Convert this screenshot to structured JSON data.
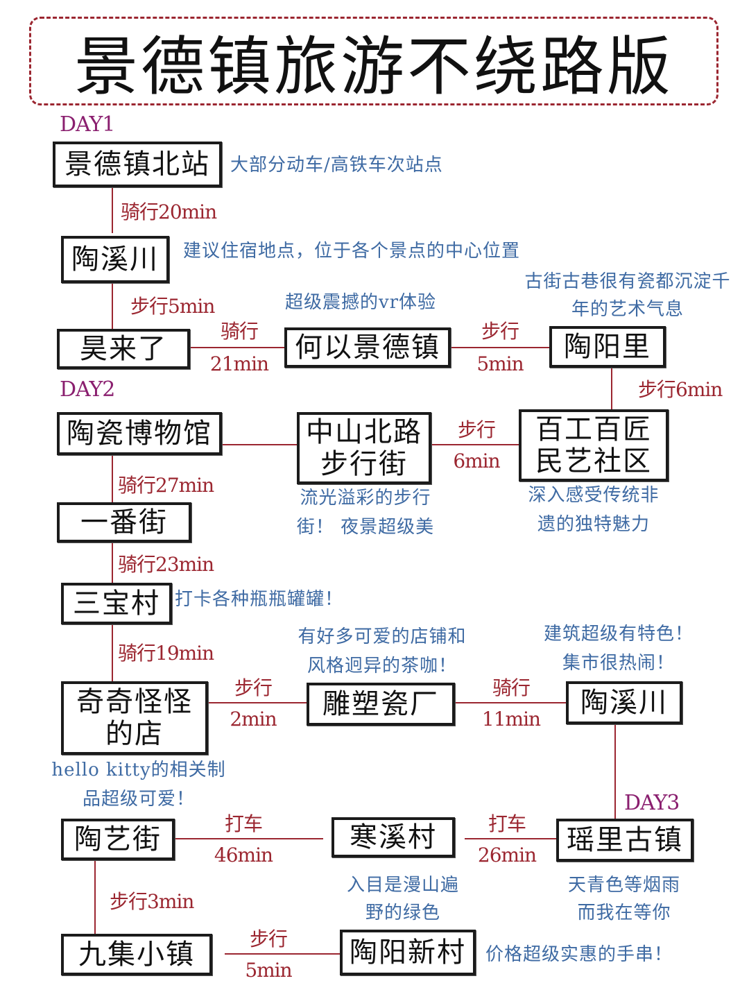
{
  "title": "景德镇旅游不绕路版",
  "days": {
    "d1": "DAY1",
    "d2": "DAY2",
    "d3": "DAY3"
  },
  "nodes": {
    "n1": "景德镇北站",
    "n2": "陶溪川",
    "n3": "昊来了",
    "n4": "何以景德镇",
    "n5": "陶阳里",
    "n6": "陶瓷博物馆",
    "n7": "中山北路\n步行街",
    "n8": "百工百匠\n民艺社区",
    "n9": "一番街",
    "n10": "三宝村",
    "n11": "奇奇怪怪\n的店",
    "n12": "雕塑瓷厂",
    "n13": "陶溪川",
    "n14": "陶艺街",
    "n15": "寒溪村",
    "n16": "瑶里古镇",
    "n17": "九集小镇",
    "n18": "陶阳新村"
  },
  "transport": {
    "t1": "骑行20min",
    "t2": "步行5min",
    "t3a": "骑行",
    "t3b": "21min",
    "t4a": "步行",
    "t4b": "5min",
    "t5": "步行6min",
    "t6a": "步行",
    "t6b": "6min",
    "t7": "骑行27min",
    "t8": "骑行23min",
    "t9": "骑行19min",
    "t10a": "步行",
    "t10b": "2min",
    "t11a": "骑行",
    "t11b": "11min",
    "t12a": "打车",
    "t12b": "26min",
    "t13a": "打车",
    "t13b": "46min",
    "t14": "步行3min",
    "t15a": "步行",
    "t15b": "5min"
  },
  "notes": {
    "note1": "大部分动车/高铁车次站点",
    "note2": "建议住宿地点，位于各个景点的中心位置",
    "note3": "超级震撼的vr体验",
    "note4a": "古街古巷很有瓷都沉淀千",
    "note4b": "年的艺术气息",
    "note5a": "流光溢彩的步行",
    "note5b": "街！ 夜景超级美",
    "note6a": "深入感受传统非",
    "note6b": "遗的独特魅力",
    "note7": "打卡各种瓶瓶罐罐！",
    "note8a": "有好多可爱的店铺和",
    "note8b": "风格迥异的茶咖！",
    "note9a": "建筑超级有特色！",
    "note9b": "集市很热闹！",
    "note10a": "hello  kitty的相关制",
    "note10b": "品超级可爱！",
    "note11a": "入目是漫山遍",
    "note11b": "野的绿色",
    "note12a": "天青色等烟雨",
    "note12b": "而我在等你",
    "note13": "价格超级实惠的手串！"
  },
  "colors": {
    "connector": "#9b2630",
    "note_text": "#3e6aa3",
    "day_label": "#8a1f6f",
    "node_border": "#1b1b1b"
  }
}
